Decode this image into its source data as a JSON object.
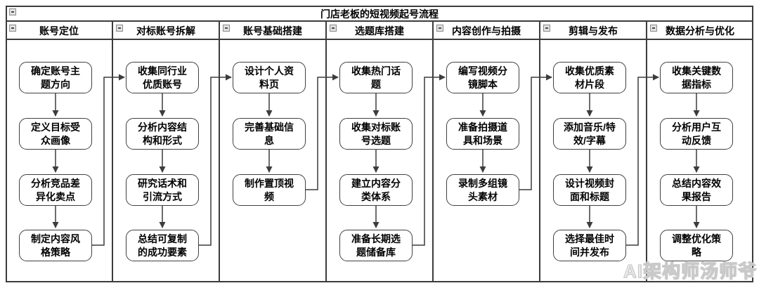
{
  "title": "门店老板的短视频起号流程",
  "watermark": "AI架构师汤师爷",
  "icons": {
    "collapse": "minus-square"
  },
  "colors": {
    "line": "#3c3c3c",
    "node_border": "#404040",
    "background": "#ffffff",
    "watermark": "#c9c9c9"
  },
  "lanes": [
    {
      "title": "账号定位",
      "steps": [
        "确定账号主题方向",
        "定义目标受众画像",
        "分析竞品差异化卖点",
        "制定内容风格策略"
      ]
    },
    {
      "title": "对标账号拆解",
      "steps": [
        "收集同行业优质账号",
        "分析内容结构和形式",
        "研究话术和引流方式",
        "总结可复制的成功要素"
      ]
    },
    {
      "title": "账号基础搭建",
      "steps": [
        "设计个人资料页",
        "完善基础信息",
        "制作置顶视频"
      ]
    },
    {
      "title": "选题库搭建",
      "steps": [
        "收集热门话题",
        "收集对标账号选题",
        "建立内容分类体系",
        "准备长期选题储备库"
      ]
    },
    {
      "title": "内容创作与拍摄",
      "steps": [
        "编写视频分镜脚本",
        "准备拍摄道具和场景",
        "录制多组镜头素材"
      ]
    },
    {
      "title": "剪辑与发布",
      "steps": [
        "收集优质素材片段",
        "添加音乐/特效/字幕",
        "设计视频封面和标题",
        "选择最佳时间并发布"
      ]
    },
    {
      "title": "数据分析与优化",
      "steps": [
        "收集关键数据指标",
        "分析用户互动反馈",
        "总结内容效果报告",
        "调整优化策略"
      ]
    }
  ]
}
